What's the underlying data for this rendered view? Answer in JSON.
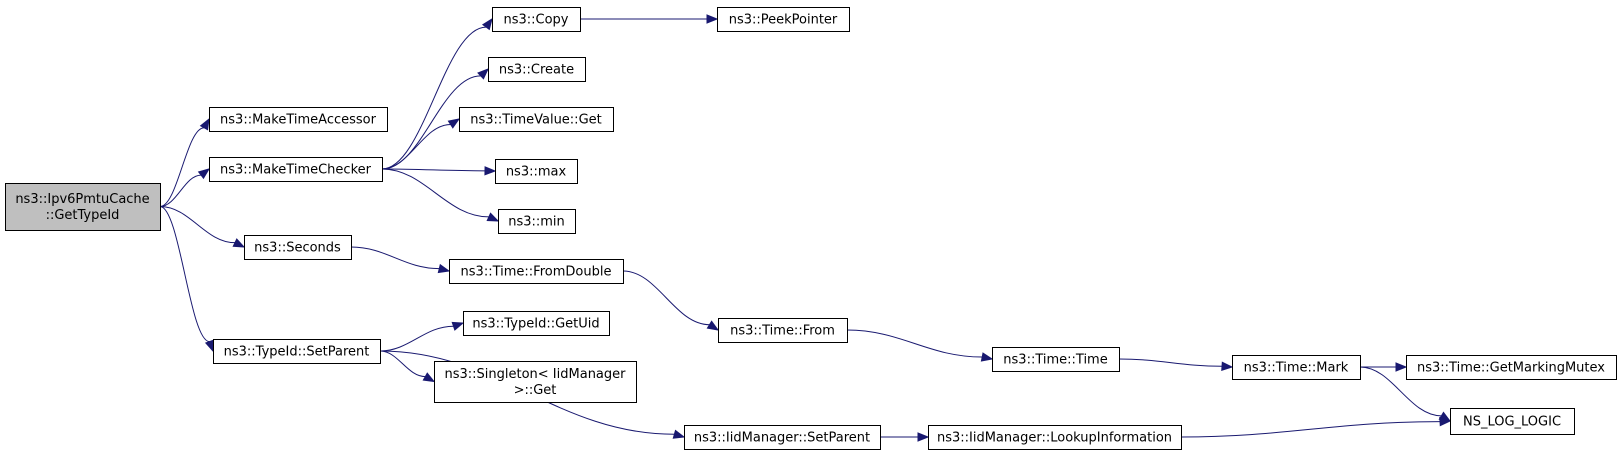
{
  "nodes": {
    "root": [
      "ns3::Ipv6PmtuCache",
      "::GetTypeId"
    ],
    "make_time_accessor": [
      "ns3::MakeTimeAccessor"
    ],
    "make_time_checker": [
      "ns3::MakeTimeChecker"
    ],
    "seconds": [
      "ns3::Seconds"
    ],
    "typeid_setparent": [
      "ns3::TypeId::SetParent"
    ],
    "copy": [
      "ns3::Copy"
    ],
    "peek_pointer": [
      "ns3::PeekPointer"
    ],
    "create": [
      "ns3::Create"
    ],
    "timevalue_get": [
      "ns3::TimeValue::Get"
    ],
    "max": [
      "ns3::max"
    ],
    "min": [
      "ns3::min"
    ],
    "time_fromdouble": [
      "ns3::Time::FromDouble"
    ],
    "time_from": [
      "ns3::Time::From"
    ],
    "time_time": [
      "ns3::Time::Time"
    ],
    "time_mark": [
      "ns3::Time::Mark"
    ],
    "time_getmarkingmutex": [
      "ns3::Time::GetMarkingMutex"
    ],
    "ns_log_logic": [
      "NS_LOG_LOGIC"
    ],
    "typeid_getuid": [
      "ns3::TypeId::GetUid"
    ],
    "singleton_get": [
      "ns3::Singleton< IidManager",
      ">::Get"
    ],
    "iidmanager_setparent": [
      "ns3::IidManager::SetParent"
    ],
    "iidmanager_lookupinformation": [
      "ns3::IidManager::LookupInformation"
    ]
  },
  "edges": [
    [
      "root",
      "make_time_accessor"
    ],
    [
      "root",
      "make_time_checker"
    ],
    [
      "root",
      "seconds"
    ],
    [
      "root",
      "typeid_setparent"
    ],
    [
      "make_time_checker",
      "copy"
    ],
    [
      "make_time_checker",
      "create"
    ],
    [
      "make_time_checker",
      "timevalue_get"
    ],
    [
      "make_time_checker",
      "max"
    ],
    [
      "make_time_checker",
      "min"
    ],
    [
      "copy",
      "peek_pointer"
    ],
    [
      "seconds",
      "time_fromdouble"
    ],
    [
      "time_fromdouble",
      "time_from"
    ],
    [
      "time_from",
      "time_time"
    ],
    [
      "time_time",
      "time_mark"
    ],
    [
      "time_mark",
      "time_getmarkingmutex"
    ],
    [
      "time_mark",
      "ns_log_logic"
    ],
    [
      "typeid_setparent",
      "typeid_getuid"
    ],
    [
      "typeid_setparent",
      "singleton_get"
    ],
    [
      "typeid_setparent",
      "iidmanager_setparent"
    ],
    [
      "iidmanager_setparent",
      "iidmanager_lookupinformation"
    ],
    [
      "iidmanager_lookupinformation",
      "ns_log_logic"
    ]
  ]
}
